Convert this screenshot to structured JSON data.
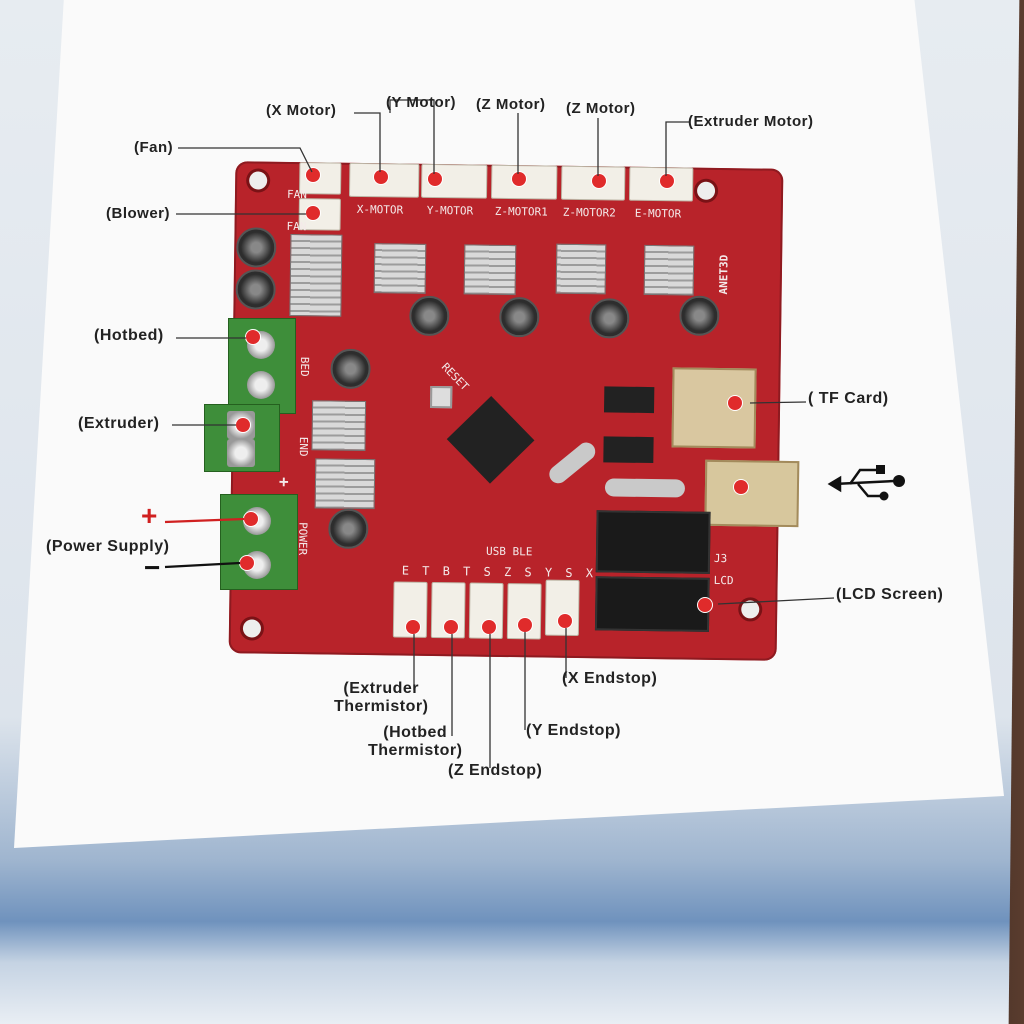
{
  "labels": {
    "fan": "(Fan)",
    "blower": "(Blower)",
    "x_motor": "(X Motor)",
    "y_motor": "(Y Motor)",
    "z_motor_1": "(Z Motor)",
    "z_motor_2": "(Z Motor)",
    "extruder_motor": "(Extruder Motor)",
    "hotbed": "(Hotbed)",
    "extruder": "(Extruder)",
    "power_supply": "(Power Supply)",
    "tf_card": "( TF Card)",
    "lcd_screen": "(LCD Screen)",
    "extruder_thermistor_1": "(Extruder",
    "extruder_thermistor_2": "Thermistor)",
    "hotbed_thermistor_1": "(Hotbed",
    "hotbed_thermistor_2": "Thermistor)",
    "z_endstop": "(Z Endstop)",
    "y_endstop": "(Y Endstop)",
    "x_endstop": "(X Endstop)"
  },
  "board_silk": {
    "fan1": "FAN",
    "fan2": "FAN",
    "x_motor": "X-MOTOR",
    "y_motor": "Y-MOTOR",
    "z_motor1": "Z-MOTOR1",
    "z_motor2": "Z-MOTOR2",
    "e_motor": "E-MOTOR",
    "brand": "ANET3D",
    "bed": "BED",
    "end": "END",
    "power": "POWER",
    "reset": "RESET",
    "usb_ble": "USB BLE",
    "endstops": "E T B T S Z S Y S X",
    "j3": "J3",
    "lcd": "LCD"
  },
  "symbols": {
    "plus": "+",
    "minus": "−"
  },
  "colors": {
    "board": "#b8232a",
    "marker": "#e02b2b",
    "label_text": "#222222"
  },
  "icons": [
    "usb-icon"
  ]
}
